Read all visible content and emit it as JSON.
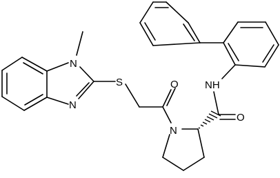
{
  "molecule": {
    "atoms": {
      "n_methyl": "N",
      "methyl": "",
      "n_imine": "N",
      "sulfur": "S",
      "o_ketone": "O",
      "n_pyrrolidine": "N",
      "nh_amide": "NH",
      "o_amide": "O"
    }
  },
  "colors": {
    "bond": "#000000",
    "background": "#ffffff"
  }
}
